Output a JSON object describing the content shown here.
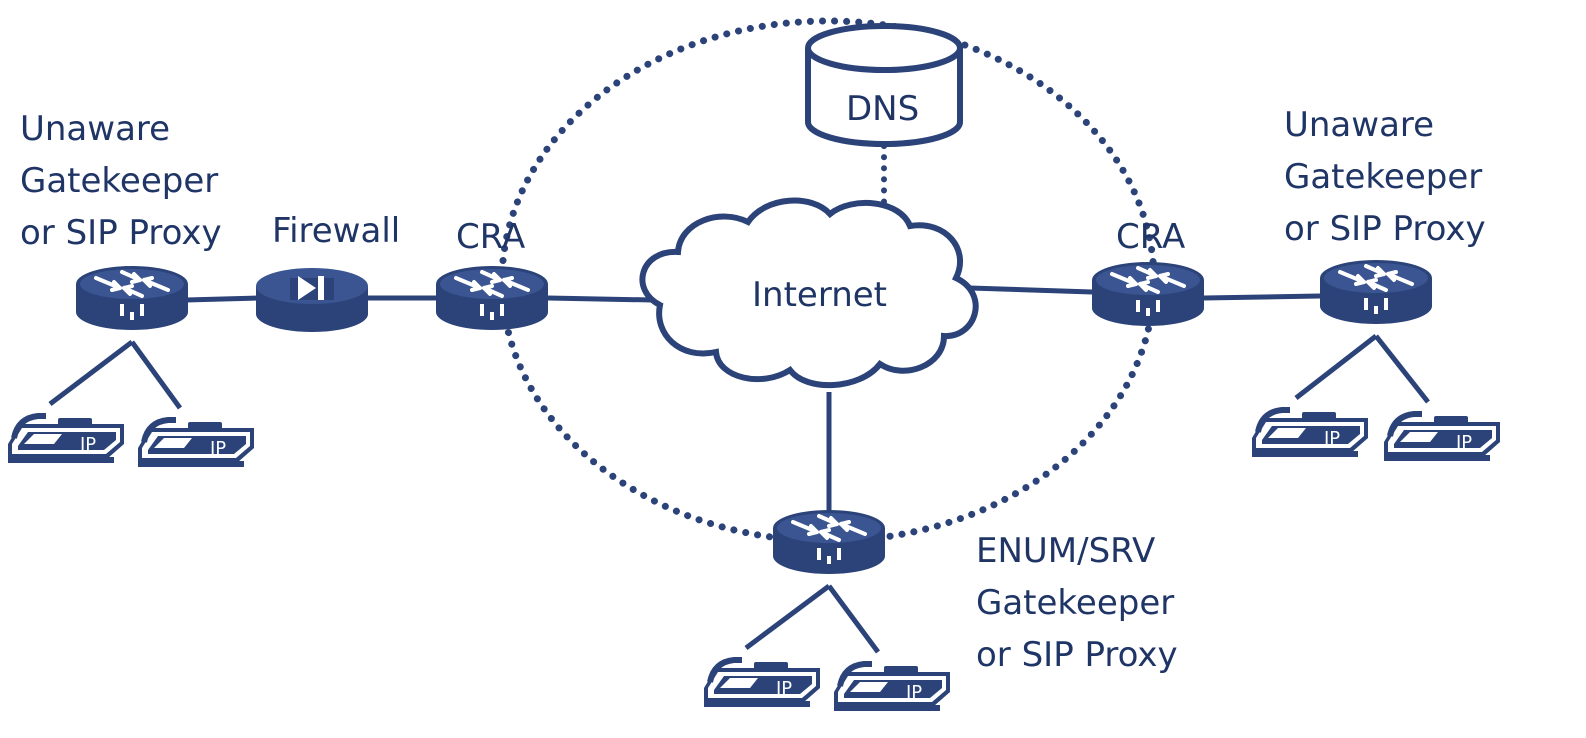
{
  "labels": {
    "dns": "DNS",
    "internet": "Internet",
    "firewall": "Firewall",
    "cra_left": "CRA",
    "cra_right": "CRA",
    "left_gk": [
      "Unaware",
      "Gatekeeper",
      "or SIP Proxy"
    ],
    "right_gk": [
      "Unaware",
      "Gatekeeper",
      "or SIP Proxy"
    ],
    "bottom_gk": [
      "ENUM/SRV",
      "Gatekeeper",
      "or SIP Proxy"
    ],
    "phone_text": "IP"
  },
  "colors": {
    "primary": "#2b4379",
    "text": "#1f3566",
    "background": "#ffffff"
  },
  "icons": {
    "router": "router-icon",
    "firewall": "firewall-icon",
    "database": "database-icon",
    "cloud": "cloud-icon",
    "phone": "ip-phone-icon"
  }
}
